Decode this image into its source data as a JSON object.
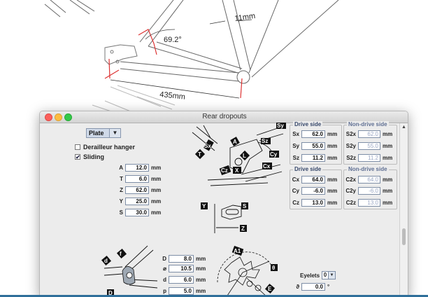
{
  "background": {
    "frame_labels": {
      "angle": "69.2°",
      "tube_width": "11mm",
      "chainstay_length": "435mm"
    }
  },
  "window": {
    "title": "Rear dropouts",
    "type_select": {
      "value": "Plate"
    },
    "checkboxes": [
      {
        "label": "Derailleur hanger",
        "checked": false
      },
      {
        "label": "Sliding",
        "checked": true
      }
    ],
    "fields": [
      {
        "label": "A",
        "value": "12.0",
        "unit": "mm"
      },
      {
        "label": "T",
        "value": "6.0",
        "unit": "mm"
      },
      {
        "label": "Z",
        "value": "62.0",
        "unit": "mm"
      },
      {
        "label": "Y",
        "value": "25.0",
        "unit": "mm"
      },
      {
        "label": "S",
        "value": "30.0",
        "unit": "mm"
      }
    ],
    "drive_side": {
      "title": "Drive side",
      "rows": [
        {
          "label": "Sx",
          "value": "62.0",
          "unit": "mm"
        },
        {
          "label": "Sy",
          "value": "55.0",
          "unit": "mm"
        },
        {
          "label": "Sz",
          "value": "11.2",
          "unit": "mm"
        }
      ]
    },
    "non_drive_side": {
      "title": "Non-drive side",
      "rows": [
        {
          "label": "S2x",
          "value": "62.0",
          "unit": "mm"
        },
        {
          "label": "S2y",
          "value": "55.0",
          "unit": "mm"
        },
        {
          "label": "S2z",
          "value": "11.2",
          "unit": "mm"
        }
      ]
    },
    "drive_side_c": {
      "title": "Drive side",
      "rows": [
        {
          "label": "Cx",
          "value": "64.0",
          "unit": "mm"
        },
        {
          "label": "Cy",
          "value": "-6.0",
          "unit": "mm"
        },
        {
          "label": "Cz",
          "value": "13.0",
          "unit": "mm"
        }
      ]
    },
    "non_drive_side_c": {
      "title": "Non-drive side",
      "rows": [
        {
          "label": "C2x",
          "value": "64.0",
          "unit": "mm"
        },
        {
          "label": "C2y",
          "value": "-6.0",
          "unit": "mm"
        },
        {
          "label": "C2z",
          "value": "13.0",
          "unit": "mm"
        }
      ]
    },
    "lower_fields": [
      {
        "label": "D",
        "value": "8.0",
        "unit": "mm"
      },
      {
        "label": "⌀",
        "value": "10.5",
        "unit": "mm"
      },
      {
        "label": "d",
        "value": "6.0",
        "unit": "mm"
      },
      {
        "label": "p",
        "value": "5.0",
        "unit": "mm"
      }
    ],
    "eyelets": {
      "label": "Eyelets",
      "value": "0"
    },
    "theta": {
      "label": "ϑ",
      "value": "0.0",
      "unit": "°"
    },
    "diagram_markers": {
      "sy": "Sy",
      "sx": "Sx",
      "sz": "Sz",
      "cx": "Cx",
      "cy": "Cy",
      "cz": "Cz",
      "a": "A",
      "l": "L",
      "x": "X",
      "t": "T",
      "y": "Y",
      "s": "S",
      "z": "Z",
      "d": "D",
      "e": "E",
      "theta": "θ",
      "a1": "A1",
      "d_small": "d",
      "f": "f"
    }
  }
}
